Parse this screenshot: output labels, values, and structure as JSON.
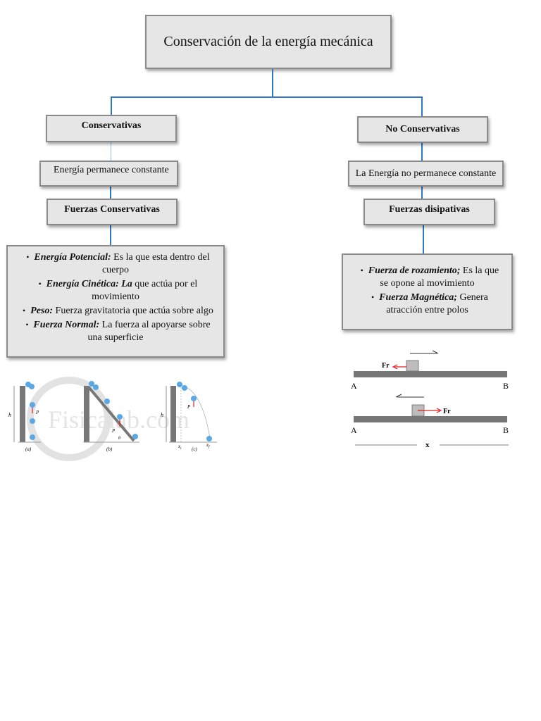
{
  "title": "Conservación de la energía mecánica",
  "left": {
    "header": "Conservativas",
    "description": "Energía permanece constante",
    "subheader": "Fuerzas Conservativas",
    "items": [
      {
        "term": "Energía Potencial:",
        "text": " Es la que esta dentro del cuerpo"
      },
      {
        "term": "Energía Cinética: La",
        "text": " que actúa por el movimiento"
      },
      {
        "term": "Peso:",
        "text": " Fuerza gravitatoria que actúa sobre algo"
      },
      {
        "term": "Fuerza Normal:",
        "text": " La fuerza al apoyarse sobre una superficie"
      }
    ]
  },
  "right": {
    "header": "No Conservativas",
    "description": "La Energía no permanece constante",
    "subheader": "Fuerzas disipativas",
    "items": [
      {
        "term": "Fuerza de rozamiento;",
        "text": " Es la que se opone al movimiento"
      },
      {
        "term": "Fuerza Magnética;",
        "text": " Genera atracción entre polos"
      }
    ]
  },
  "figure_left": {
    "height_label": "h",
    "force_label": "P",
    "angle_label": "θ",
    "x_initial_label": "x",
    "x_initial_sub": "i",
    "x_final_label": "x",
    "x_final_sub": "f",
    "captions": [
      "(a)",
      "(b)",
      "(c)"
    ],
    "watermark": "Fisicalab.com"
  },
  "figure_right": {
    "force_label": "Fr",
    "point_a": "A",
    "point_b": "B",
    "distance_label": "x"
  },
  "colors": {
    "connector": "#2f78c4",
    "box_fill": "#e6e6e6",
    "ball": "#5aa9e6",
    "force_arrow": "#e02020"
  }
}
